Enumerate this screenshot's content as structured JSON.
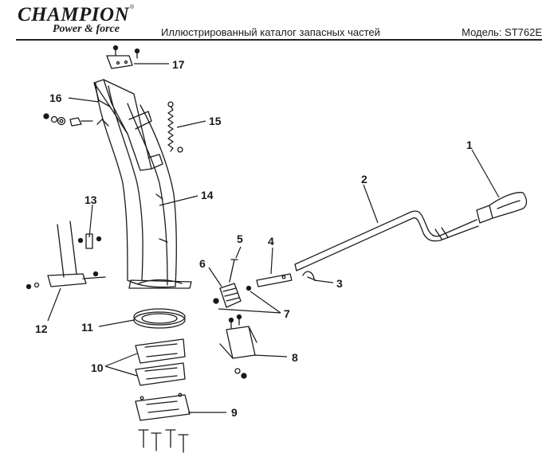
{
  "header": {
    "brand": "CHAMPION",
    "tm": "®",
    "slogan": "Power & force",
    "catalog_title": "Иллюстрированный каталог запасных частей",
    "model": "Модель: ST762E"
  },
  "callouts": {
    "c1": "1",
    "c2": "2",
    "c3": "3",
    "c4": "4",
    "c5": "5",
    "c6": "6",
    "c7": "7",
    "c8": "8",
    "c9": "9",
    "c10": "10",
    "c11": "11",
    "c12": "12",
    "c13": "13",
    "c14": "14",
    "c15": "15",
    "c16": "16",
    "c17": "17"
  },
  "colors": {
    "ink": "#1a1a1a",
    "background": "#ffffff"
  }
}
